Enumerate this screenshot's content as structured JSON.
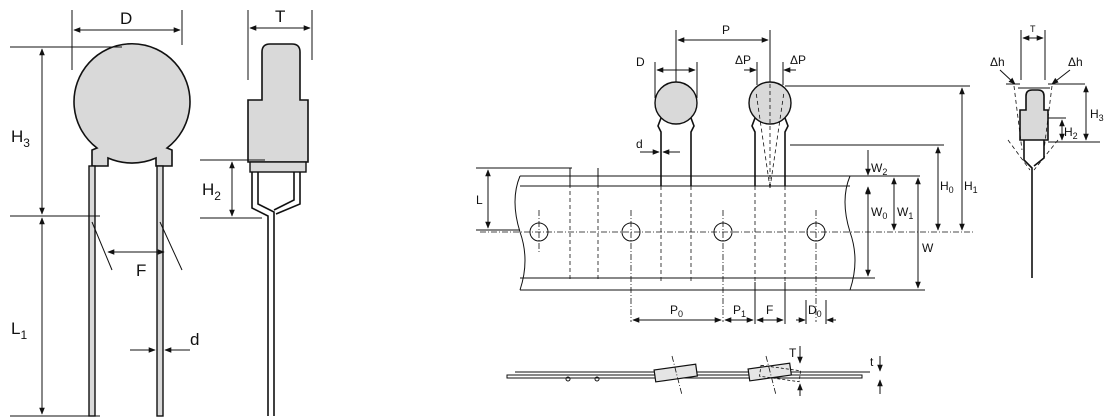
{
  "side_view": {
    "labels": {
      "D": "D",
      "H3": "H",
      "H3_sub": "3",
      "F": "F",
      "L1": "L",
      "L1_sub": "1",
      "d": "d"
    }
  },
  "profile_view": {
    "labels": {
      "T": "T",
      "H2": "H",
      "H2_sub": "2"
    }
  },
  "taping_view": {
    "labels": {
      "P": "P",
      "D": "D",
      "dP_left": "ΔP",
      "dP_right": "ΔP",
      "d": "d",
      "L": "L",
      "W2": "W",
      "W2_sub": "2",
      "W0": "W",
      "W0_sub": "0",
      "W1": "W",
      "W1_sub": "1",
      "W": "W",
      "H0": "H",
      "H0_sub": "0",
      "H1": "H",
      "H1_sub": "1",
      "P0": "P",
      "P0_sub": "0",
      "P1": "P",
      "P1_sub": "1",
      "F": "F",
      "D0": "D",
      "D0_sub": "0"
    }
  },
  "tape_side_view": {
    "labels": {
      "T": "T",
      "t": "t"
    }
  },
  "tilt_view": {
    "labels": {
      "T": "T",
      "dh_left": "Δh",
      "dh_right": "Δh",
      "H3": "H",
      "H3_sub": "3",
      "H2": "H",
      "H2_sub": "2"
    }
  }
}
